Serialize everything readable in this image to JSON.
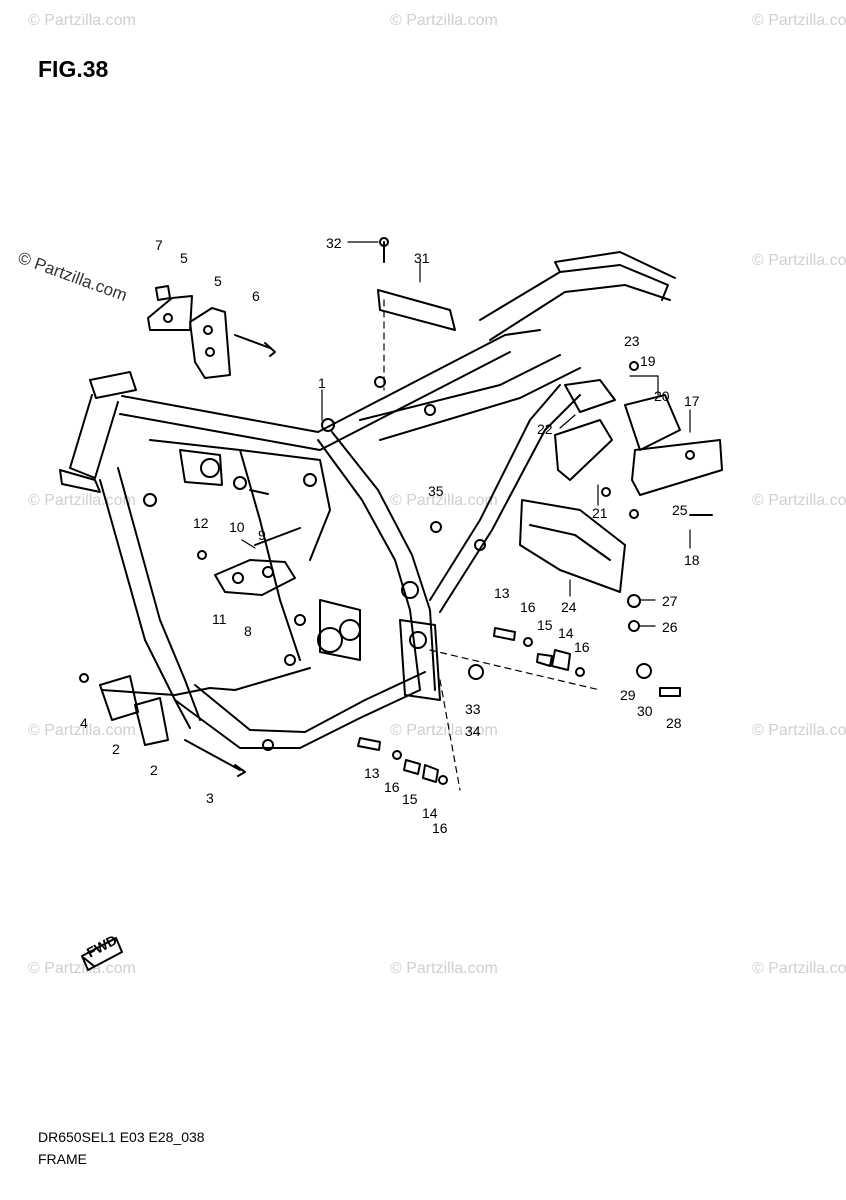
{
  "figure": {
    "title": "FIG.38",
    "model_code": "DR650SEL1 E03 E28_038",
    "section_name": "FRAME"
  },
  "watermark": {
    "text": "© Partzilla.com"
  },
  "fwd_badge": {
    "text": "FWD",
    "icon": "forward-arrow-icon"
  },
  "callouts": {
    "c1": "1",
    "c2a": "2",
    "c2b": "2",
    "c3": "3",
    "c4": "4",
    "c5a": "5",
    "c5b": "5",
    "c6": "6",
    "c7": "7",
    "c8": "8",
    "c9": "9",
    "c10": "10",
    "c11": "11",
    "c12": "12",
    "c13a": "13",
    "c13b": "13",
    "c14a": "14",
    "c14b": "14",
    "c15a": "15",
    "c15b": "15",
    "c16a": "16",
    "c16b": "16",
    "c16c": "16",
    "c16d": "16",
    "c17": "17",
    "c18": "18",
    "c19": "19",
    "c20": "20",
    "c21": "21",
    "c22": "22",
    "c23": "23",
    "c24": "24",
    "c25": "25",
    "c26": "26",
    "c27": "27",
    "c28": "28",
    "c29": "29",
    "c30": "30",
    "c31": "31",
    "c32": "32",
    "c33": "33",
    "c34": "34",
    "c35": "35"
  }
}
